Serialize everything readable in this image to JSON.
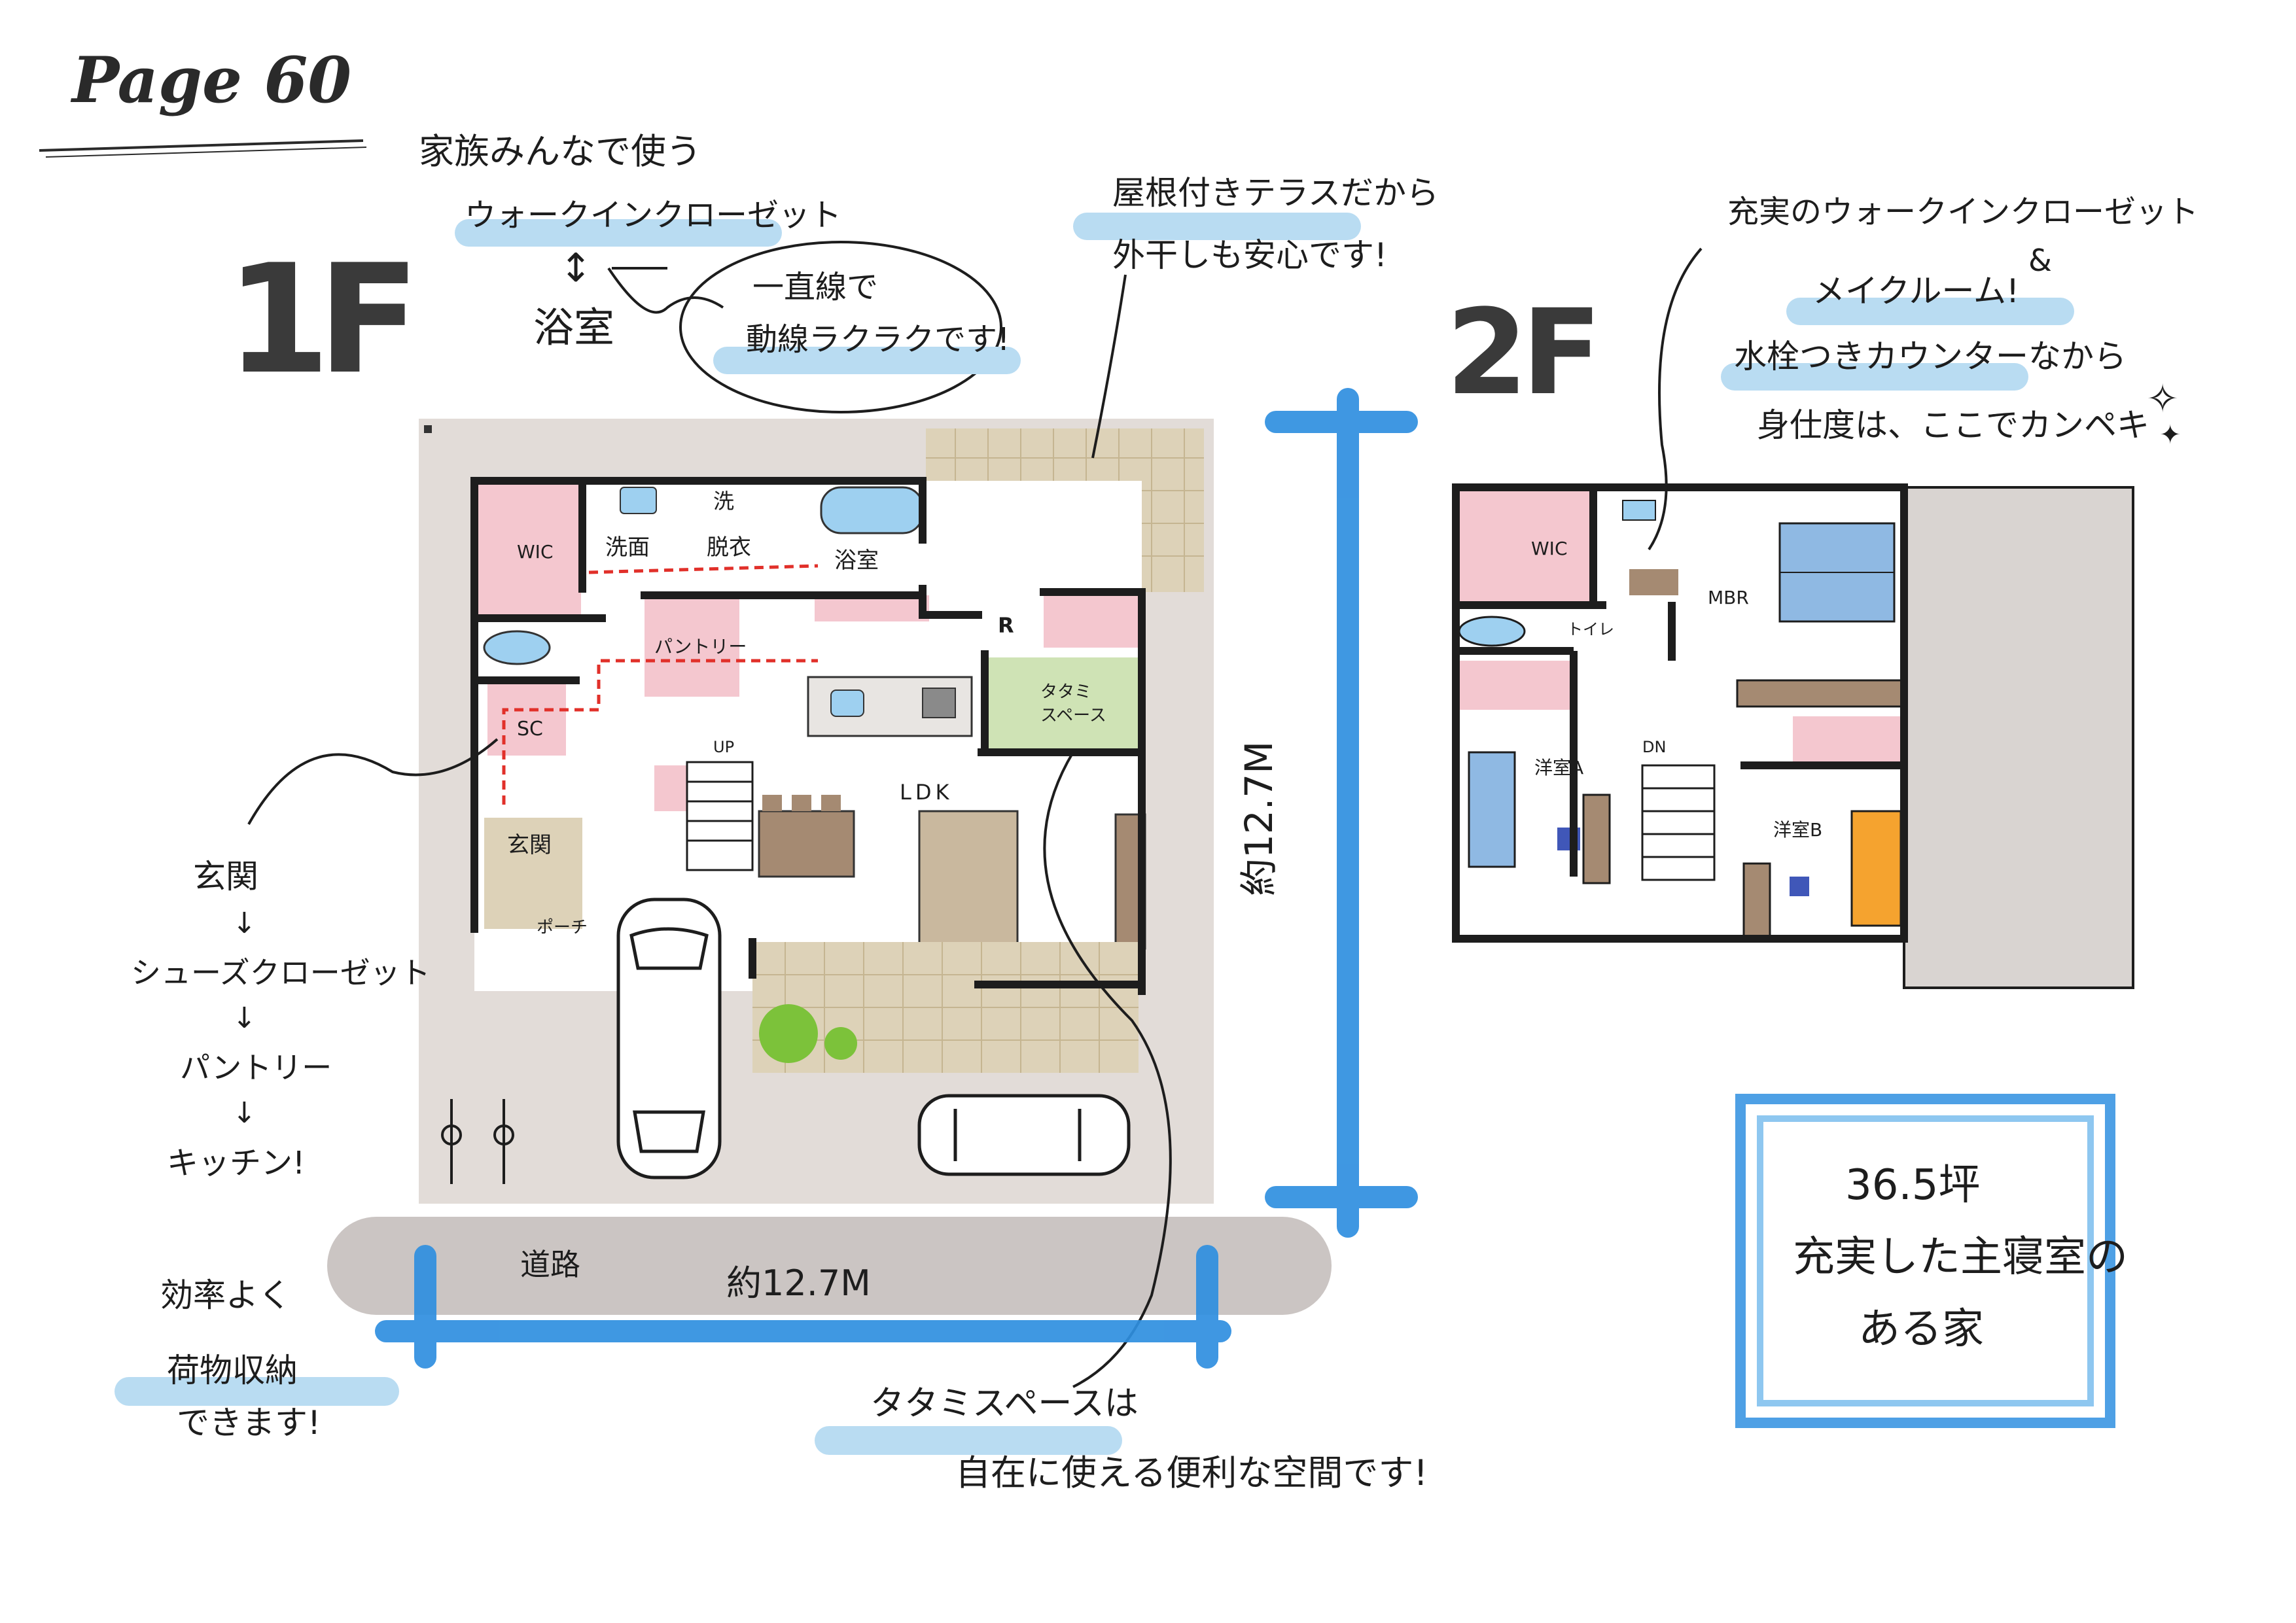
{
  "page": {
    "label": "Page 60"
  },
  "floor1": {
    "label": "1F",
    "rooms": {
      "wic": "WIC",
      "senmen": "洗面",
      "sen": "洗",
      "datsui": "脱衣",
      "yokushitsu": "浴室",
      "pantry": "パントリー",
      "r": "R",
      "tatami": "タタミ\nスペース",
      "sc": "SC",
      "up": "UP",
      "ldk": "LDK",
      "genkan": "玄関",
      "porch": "ポーチ"
    },
    "road_label": "道路",
    "width_label": "約12.7M",
    "depth_label": "約12.7M"
  },
  "floor2": {
    "label": "2F",
    "rooms": {
      "wic": "WIC",
      "toilet": "トイレ",
      "mbr": "MBR",
      "dn": "DN",
      "youshitsu_a": "洋室A",
      "youshitsu_b": "洋室B"
    }
  },
  "notes": {
    "wic_line1": "家族みんなで使う",
    "wic_line2": "ウォークインクローゼット",
    "wic_arrow": "↕",
    "wic_line3": "浴室",
    "bubble_line1": "一直線で",
    "bubble_line2": "動線ラクラクです!",
    "terrace_line1": "屋根付きテラスだから",
    "terrace_line2": "外干しも安心です!",
    "f2_line1": "充実のウォークインクローゼット",
    "f2_amp": "&",
    "f2_line2": "メイクルーム!",
    "f2_line3": "水栓つきカウンターなから",
    "f2_line4": "身仕度は、ここでカンペキ",
    "flow": [
      "玄関",
      "↓",
      "シューズクローゼット",
      "↓",
      "パントリー",
      "↓",
      "キッチン!"
    ],
    "storage_line1": "効率よく",
    "storage_line2": "荷物収納",
    "storage_line3": "できます!",
    "tatami_line1": "タタミスペースは",
    "tatami_line2": "自在に使える便利な空間です!"
  },
  "summary": {
    "line1": "36.5坪",
    "line2": "充実した主寝室の",
    "line3": "ある家"
  },
  "colors": {
    "blue": "#2f8fe0",
    "highlight": "#b9dcf2",
    "pink": "#f4c7cf",
    "green": "#cfe3b5",
    "wood": "#a58a72",
    "gray": "#d9d4d1",
    "terrace": "#ddd2b8"
  }
}
